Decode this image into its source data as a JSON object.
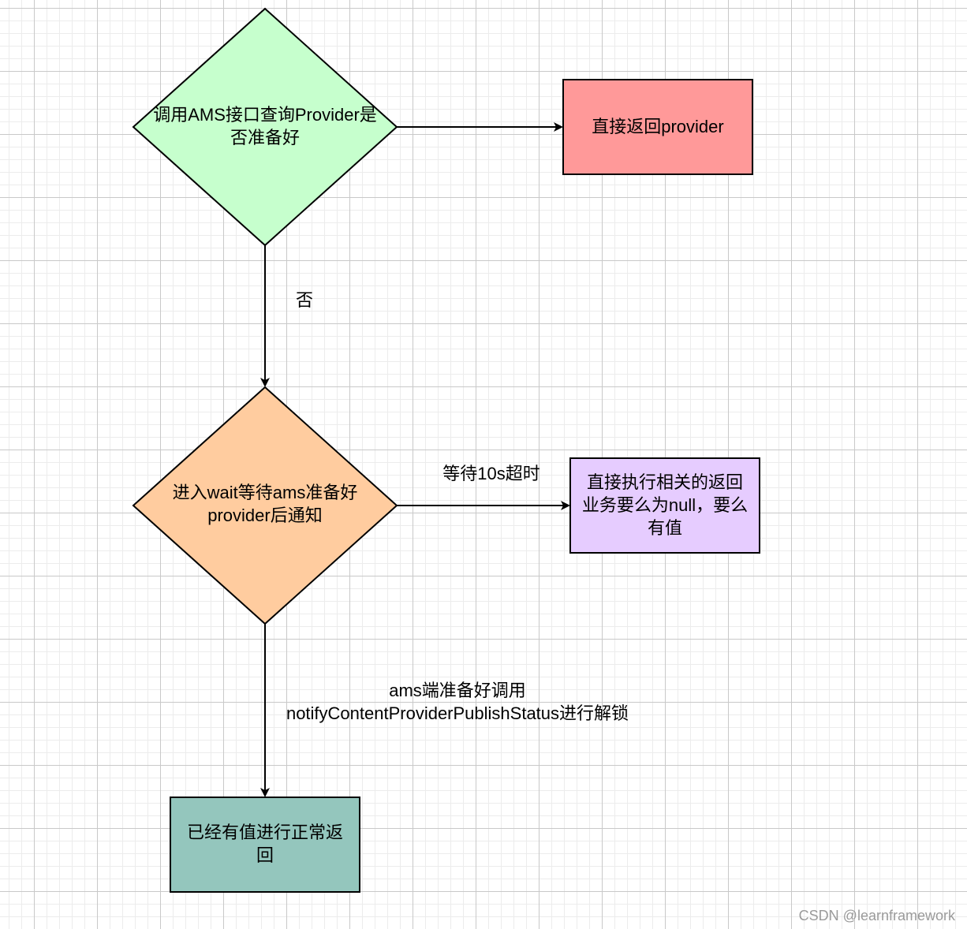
{
  "nodes": {
    "check_provider": {
      "text": "调用AMS接口查询Provider是\n否准备好",
      "fill": "#c6ffcd"
    },
    "return_provider": {
      "text": "直接返回provider",
      "fill": "#ff9999"
    },
    "wait_ams": {
      "text": "进入wait等待ams准备好\nprovider后通知",
      "fill": "#ffcc9f"
    },
    "timeout_return": {
      "text": "直接执行相关的返回\n业务要么为null，要么\n有值",
      "fill": "#e6ccff"
    },
    "normal_return": {
      "text": "已经有值进行正常返\n回",
      "fill": "#94c6bd"
    }
  },
  "edges": {
    "no_label": "否",
    "timeout_label": "等待10s超时",
    "unlock_label": "ams端准备好调用\nnotifyContentProviderPublishStatus进行解锁"
  },
  "watermark": "CSDN @learnframework"
}
